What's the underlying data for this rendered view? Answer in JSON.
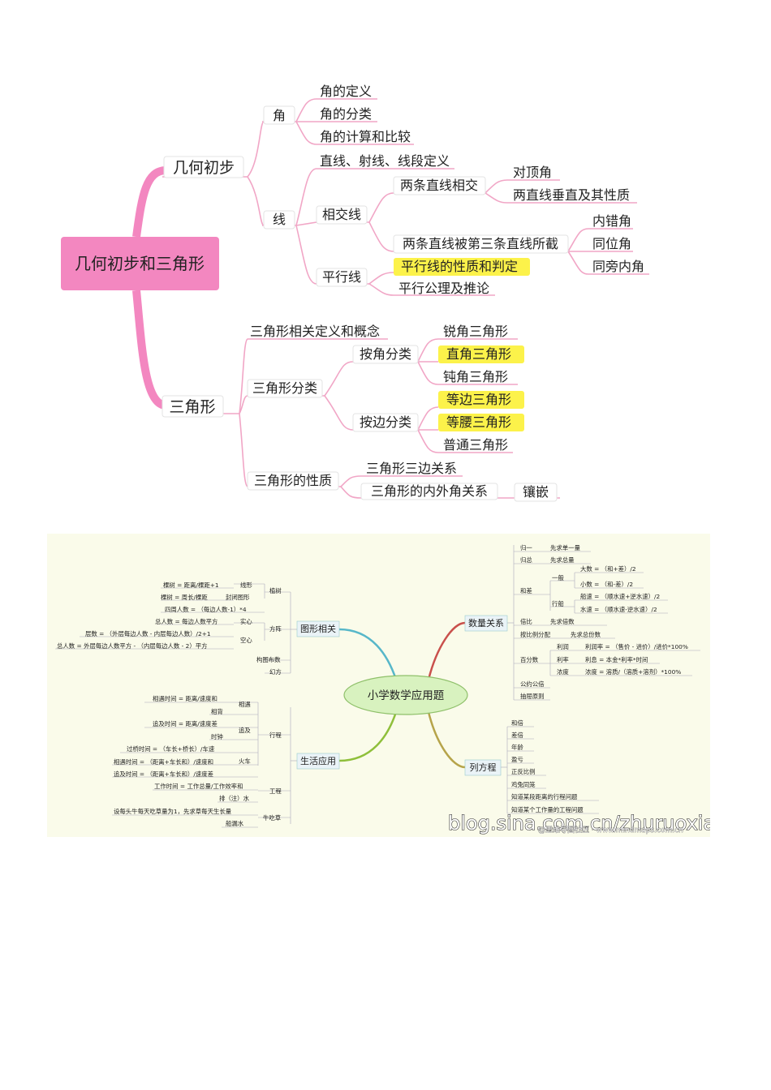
{
  "map1": {
    "root": "几何初步和三角形",
    "geo": {
      "label": "几何初步",
      "angle": {
        "label": "角",
        "items": [
          "角的定义",
          "角的分类",
          "角的计算和比较"
        ]
      },
      "line": {
        "label": "线",
        "def": "直线、射线、线段定义",
        "intersect": {
          "label": "相交线",
          "two": {
            "label": "两条直线相交",
            "items": [
              "对顶角",
              "两直线垂直及其性质"
            ]
          },
          "cut": {
            "label": "两条直线被第三条直线所截",
            "items": [
              "内错角",
              "同位角",
              "同旁内角"
            ]
          }
        },
        "parallel": {
          "label": "平行线",
          "items": [
            "平行线的性质和判定",
            "平行公理及推论"
          ]
        }
      }
    },
    "tri": {
      "label": "三角形",
      "concept": "三角形相关定义和概念",
      "classify": {
        "label": "三角形分类",
        "byangle": {
          "label": "按角分类",
          "items": [
            "锐角三角形",
            "直角三角形",
            "钝角三角形"
          ]
        },
        "byside": {
          "label": "按边分类",
          "items": [
            "等边三角形",
            "等腰三角形",
            "普通三角形"
          ]
        }
      },
      "props": {
        "label": "三角形的性质",
        "items": [
          "三角形三边关系",
          "三角形的内外角关系"
        ],
        "tess": "镶嵌"
      }
    }
  },
  "map2": {
    "center": "小学数学应用题",
    "shape": {
      "label": "图形相关",
      "tree": {
        "label": "植树",
        "line": "线形",
        "line_f": "棵树 = 距离/棵距+1",
        "closed": "封闭图形",
        "closed_f": "棵树 = 周长/棵距",
        "four": "四周人数 = （每边人数-1）*4"
      },
      "square": {
        "label": "方阵",
        "solid": "实心",
        "solid_f": "总人数 = 每边人数平方",
        "hollow": "空心",
        "hollow_f1": "层数 = （外层每边人数 - 内层每边人数）/2+1",
        "hollow_f2": "总人数 = 外层每边人数平方 - （内层每边人数 - 2）平方"
      },
      "layout": "构图布数",
      "magic": "幻方"
    },
    "life": {
      "label": "生活应用",
      "travel": {
        "label": "行程",
        "meet": {
          "label": "相遇",
          "f1": "相遇时间 = 距离/速度和",
          "f2": "相背"
        },
        "chase": {
          "label": "追及",
          "f1": "追及时间 = 距离/速度差",
          "f2": "时钟"
        },
        "train": {
          "label": "火车",
          "f1": "过桥时间 = （车长+桥长）/车速",
          "f2": "相遇时间 = （距离+车长和）/速度和",
          "f3": "追及时间 = （距离+车长和）/速度差"
        }
      },
      "work": {
        "label": "工程",
        "f1": "工作时间 = 工作总量/工作效率和",
        "f2": "排（注）水"
      },
      "cow": {
        "label": "牛吃草",
        "f1": "设每头牛每天吃草量为1，先求草每天生长量",
        "f2": "船漏水"
      }
    },
    "quant": {
      "label": "数量关系",
      "gy": "归一",
      "gy_f": "先求单一量",
      "gz": "归总",
      "gz_f": "先求总量",
      "hc": {
        "label": "和差",
        "general": "一般",
        "big": "大数 = （和+差）/2",
        "small": "小数 = （和-差）/2",
        "boat": "行船",
        "down": "船速 = （顺水速+逆水速）/2",
        "water": "水速 = （顺水速-逆水速）/2"
      },
      "bb": "倍比",
      "bb_f": "先求倍数",
      "ratio": "按比例分配",
      "ratio_f": "先求总份数",
      "pct": {
        "label": "百分数",
        "profit": "利润",
        "profit_f": "利润率 = （售价 - 进价）/进价*100%",
        "rate": "利率",
        "rate_f": "利息 = 本金*利率*时间",
        "conc": "浓度",
        "conc_f": "浓度 = 溶质/（溶质+溶剂）*100%"
      },
      "gcd": "公约公倍",
      "draw": "抽屉原则"
    },
    "equation": {
      "label": "列方程",
      "items": [
        "和倍",
        "差倍",
        "年龄",
        "盈亏",
        "正反比例",
        "鸡兔同笼",
        "知道某段距离的行程问题",
        "知道某个工作量的工程问题"
      ]
    },
    "watermark": "blog.sina.com.cn/zhuruoxia",
    "watermark2": "@思维导图社区 · www.mindmaps.com.cn"
  },
  "colors": {
    "root_box": "#f387c0",
    "branch_pink": "#f0a8c8",
    "highlight": "#fcf24a",
    "map2_bg": "#fafbea"
  }
}
